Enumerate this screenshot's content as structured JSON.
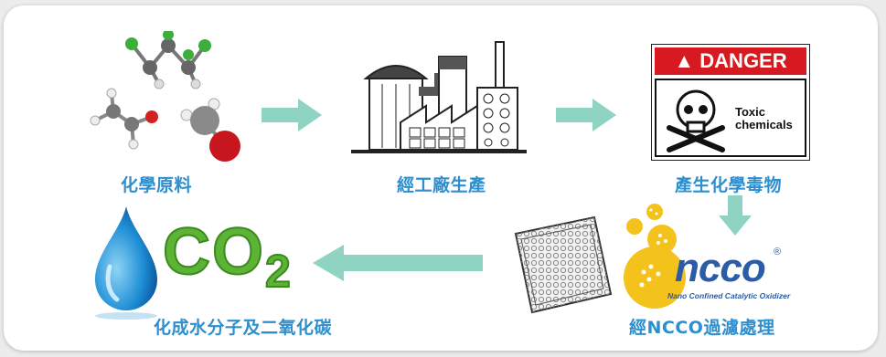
{
  "steps": {
    "raw_materials": "化學原料",
    "factory": "經工廠生產",
    "toxic": "產生化學毒物",
    "ncco_filter": "經NCCO過濾處理",
    "result": "化成水分子及二氧化碳"
  },
  "danger_sign": {
    "header": "DANGER",
    "text_line1": "Toxic",
    "text_line2": "chemicals"
  },
  "ncco_logo": {
    "word": "ncco",
    "registered": "®",
    "tagline": "Nano Confined Catalytic Oxidizer"
  },
  "co2": {
    "text": "CO",
    "subscript": "2"
  },
  "colors": {
    "label": "#2e8fcf",
    "arrow": "#8fd3c3",
    "danger_red": "#d71920",
    "co2_green": "#5cb335",
    "ncco_yellow": "#f3c21b",
    "ncco_blue": "#2a5ca8"
  },
  "icons": [
    "molecule-icon",
    "factory-icon",
    "danger-sign-icon",
    "filter-mesh-icon",
    "water-drop-icon",
    "ncco-logo-icon"
  ]
}
